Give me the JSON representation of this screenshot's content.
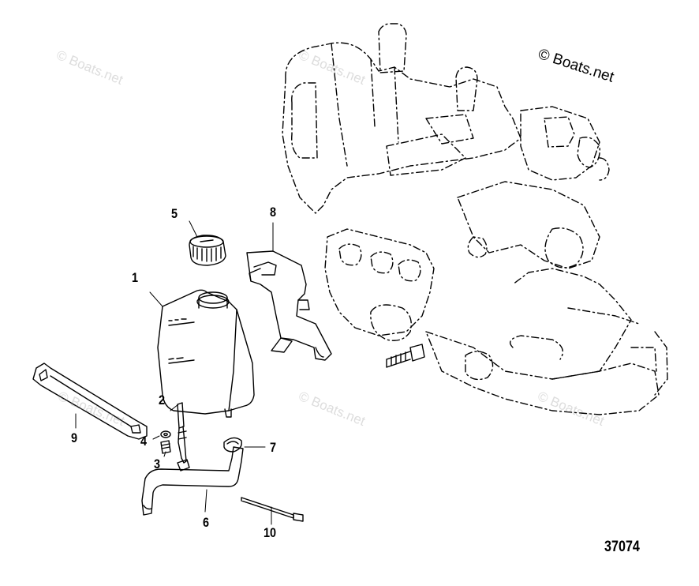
{
  "copyright": "© Boats.net",
  "watermarks": [
    "© Boats.net",
    "© Boats.net",
    "© Boats.net",
    "© Boats.net",
    "© Boats.net"
  ],
  "figure_number": "37074",
  "callouts": [
    "1",
    "2",
    "3",
    "4",
    "5",
    "6",
    "7",
    "8",
    "9",
    "10"
  ],
  "colors": {
    "line": "#000000",
    "background": "#ffffff",
    "watermark": "#969696"
  }
}
